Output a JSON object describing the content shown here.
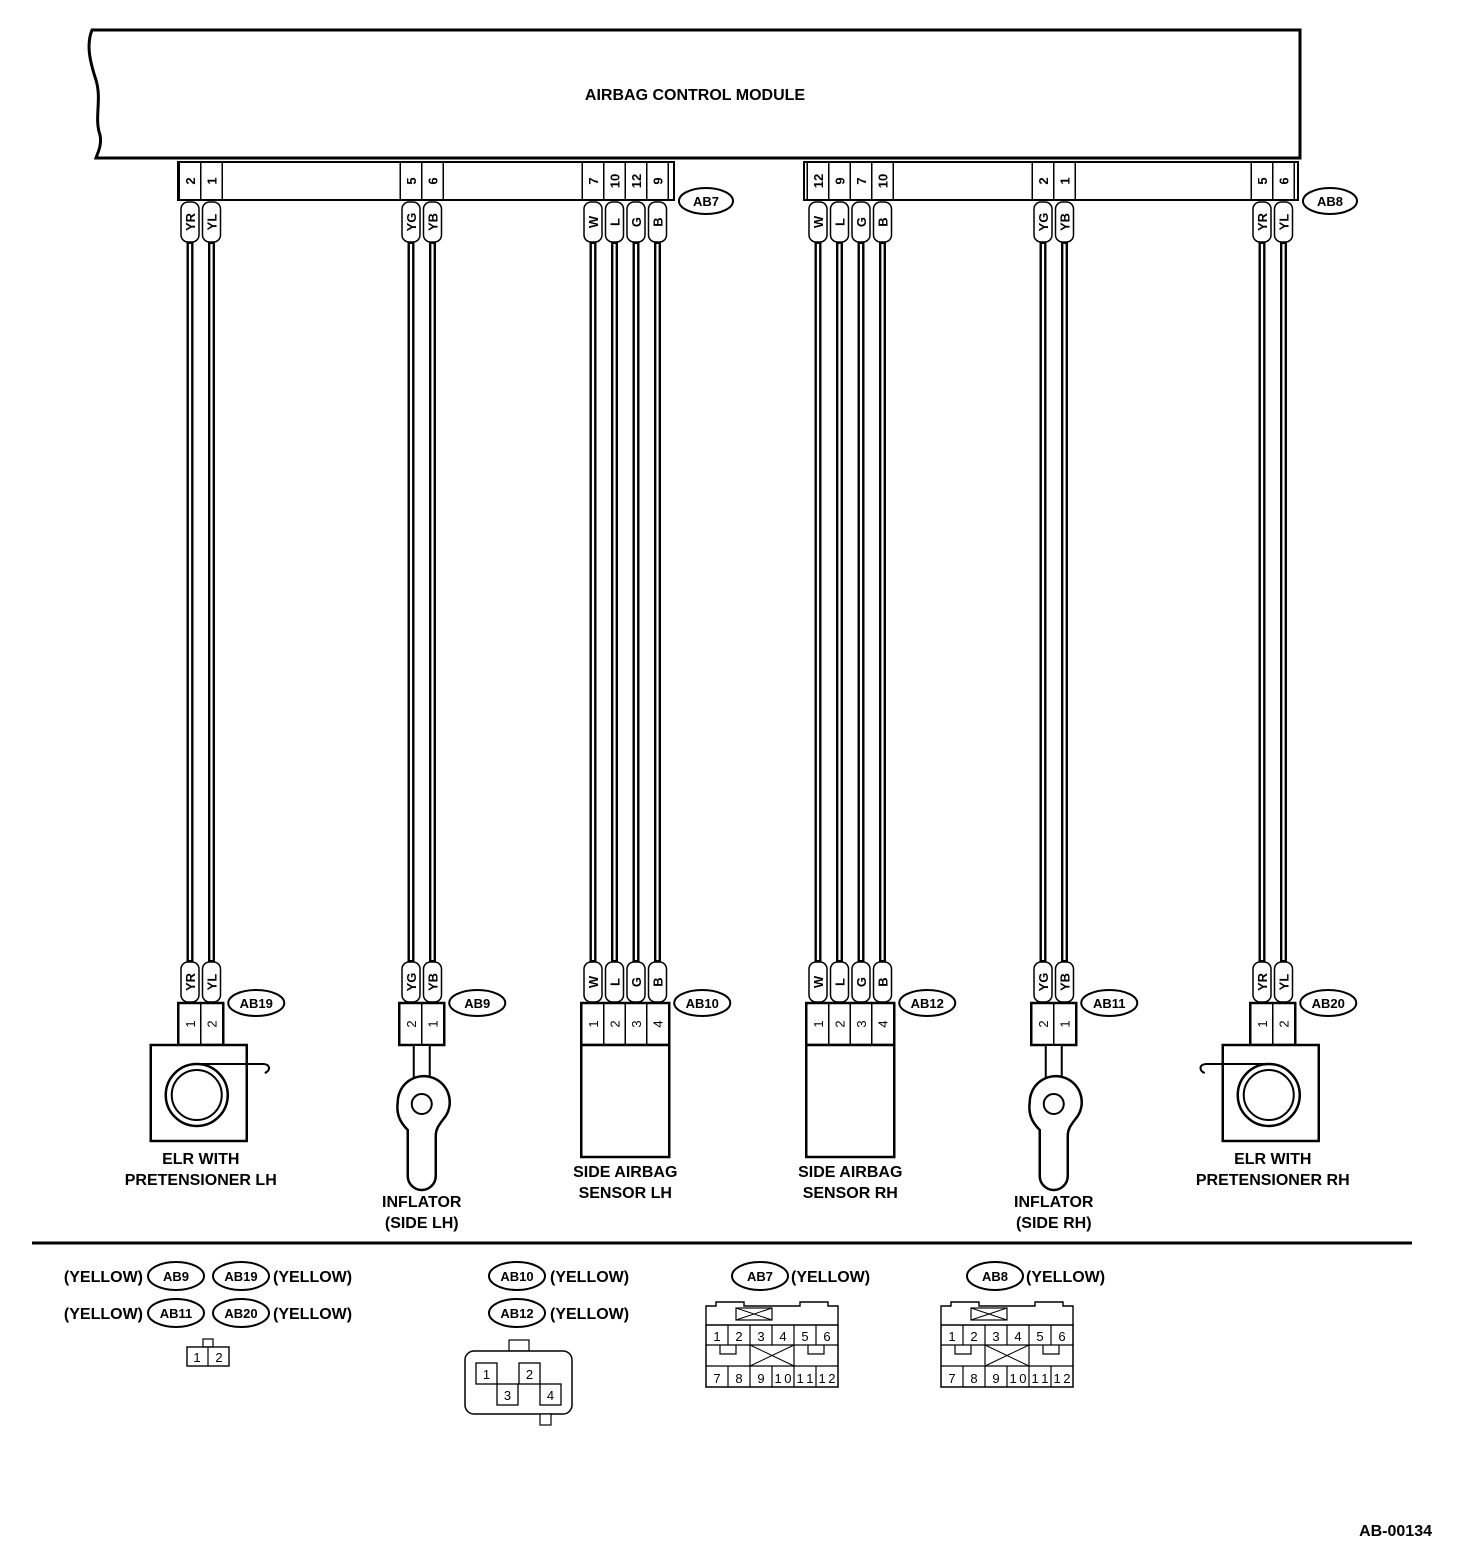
{
  "module": {
    "title": "AIRBAG CONTROL MODULE"
  },
  "connectors": {
    "AB7": "AB7",
    "AB8": "AB8"
  },
  "groups": [
    {
      "id": "elr-lh",
      "top_connector": "AB7",
      "top_pins": [
        "2",
        "1"
      ],
      "wires": [
        "YR",
        "YL"
      ],
      "bottom_connector": "AB19",
      "bottom_pins": [
        "1",
        "2"
      ],
      "component": "elr",
      "name_lines": [
        "ELR WITH",
        "PRETENSIONER LH"
      ]
    },
    {
      "id": "inflator-lh",
      "top_connector": "AB7",
      "top_pins": [
        "5",
        "6"
      ],
      "wires": [
        "YG",
        "YB"
      ],
      "bottom_connector": "AB9",
      "bottom_pins": [
        "2",
        "1"
      ],
      "component": "inflator",
      "name_lines": [
        "INFLATOR",
        "(SIDE LH)"
      ]
    },
    {
      "id": "sensor-lh",
      "top_connector": "AB7",
      "top_pins": [
        "7",
        "10",
        "12",
        "9"
      ],
      "wires": [
        "W",
        "L",
        "G",
        "B"
      ],
      "bottom_connector": "AB10",
      "bottom_pins": [
        "1",
        "2",
        "3",
        "4"
      ],
      "component": "sensor",
      "name_lines": [
        "SIDE AIRBAG",
        "SENSOR LH"
      ]
    },
    {
      "id": "sensor-rh",
      "top_connector": "AB8",
      "top_pins": [
        "12",
        "9",
        "7",
        "10"
      ],
      "wires": [
        "W",
        "L",
        "G",
        "B"
      ],
      "bottom_connector": "AB12",
      "bottom_pins": [
        "1",
        "2",
        "3",
        "4"
      ],
      "component": "sensor",
      "name_lines": [
        "SIDE AIRBAG",
        "SENSOR RH"
      ]
    },
    {
      "id": "inflator-rh",
      "top_connector": "AB8",
      "top_pins": [
        "2",
        "1"
      ],
      "wires": [
        "YG",
        "YB"
      ],
      "bottom_connector": "AB11",
      "bottom_pins": [
        "2",
        "1"
      ],
      "component": "inflator",
      "name_lines": [
        "INFLATOR",
        "(SIDE RH)"
      ]
    },
    {
      "id": "elr-rh",
      "top_connector": "AB8",
      "top_pins": [
        "5",
        "6"
      ],
      "wires": [
        "YR",
        "YL"
      ],
      "bottom_connector": "AB20",
      "bottom_pins": [
        "1",
        "2"
      ],
      "component": "elr",
      "name_lines": [
        "ELR WITH",
        "PRETENSIONER RH"
      ]
    }
  ],
  "legend": {
    "color": "(YELLOW)",
    "two_pin": {
      "connectors": [
        "AB9",
        "AB19",
        "AB11",
        "AB20"
      ],
      "pins": [
        "1",
        "2"
      ]
    },
    "four_pin": {
      "connectors": [
        "AB10",
        "AB12"
      ],
      "pins": [
        "1",
        "2",
        "3",
        "4"
      ]
    },
    "twelve_pin": [
      {
        "connector": "AB7",
        "pins_top": [
          "1",
          "2",
          "3",
          "4",
          "5",
          "6"
        ],
        "pins_bottom": [
          "7",
          "8",
          "9",
          "10",
          "11",
          "12"
        ]
      },
      {
        "connector": "AB8",
        "pins_top": [
          "1",
          "2",
          "3",
          "4",
          "5",
          "6"
        ],
        "pins_bottom": [
          "7",
          "8",
          "9",
          "10",
          "11",
          "12"
        ]
      }
    ]
  },
  "figure_id": "AB-00134"
}
